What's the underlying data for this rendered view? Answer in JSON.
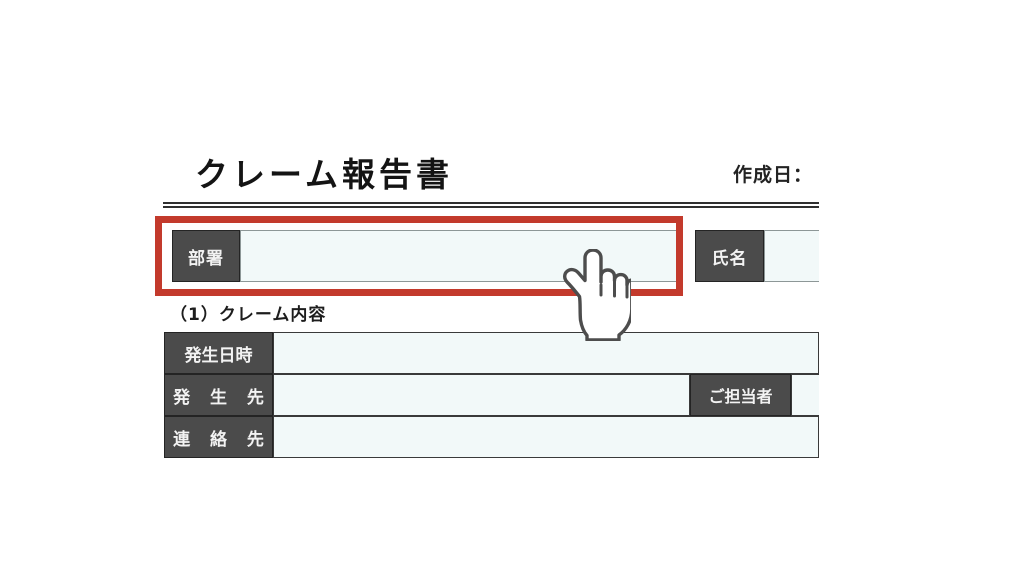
{
  "document": {
    "title": "クレーム報告書",
    "created_date_label": "作成日：",
    "header_fields": [
      {
        "label": "部署",
        "value": "",
        "name": "busho"
      },
      {
        "label": "氏名",
        "value": "",
        "name": "shimei"
      }
    ],
    "section_1": {
      "heading": "（1）クレーム内容",
      "rows": [
        {
          "label": "発生日時",
          "value": ""
        },
        {
          "label": "発 生 先",
          "value": "",
          "sublabel": "ご担当者",
          "subvalue": ""
        },
        {
          "label": "連 絡 先",
          "value": ""
        }
      ]
    }
  },
  "annotation": {
    "highlight_color": "#c33a2c",
    "target": "部署",
    "cursor": "pointing-hand-cursor"
  },
  "colors": {
    "label_bg": "#4b4b4b",
    "label_text": "#f3f3f3",
    "field_bg": "#f2f9f9",
    "field_border": "#3a3a3a",
    "page_bg": "#ffffff",
    "rule": "#2f2f2f",
    "highlight": "#c33a2c"
  }
}
